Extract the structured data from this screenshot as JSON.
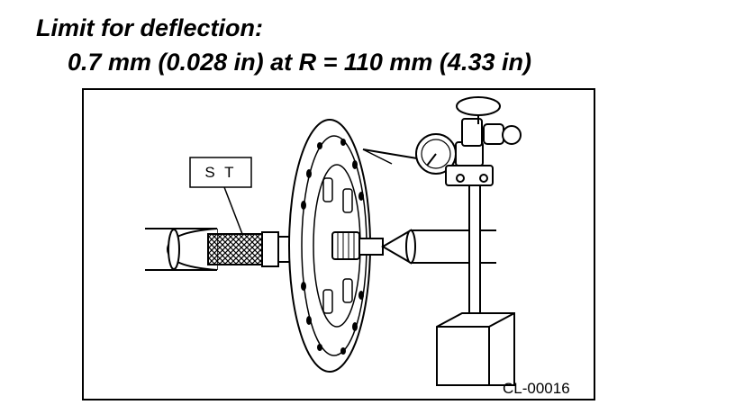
{
  "heading": {
    "line1": "Limit for deflection:",
    "line2": "0.7 mm (0.028 in) at R = 110 mm (4.33 in)"
  },
  "figure": {
    "tool_label": "S T",
    "code": "CL-00016"
  }
}
